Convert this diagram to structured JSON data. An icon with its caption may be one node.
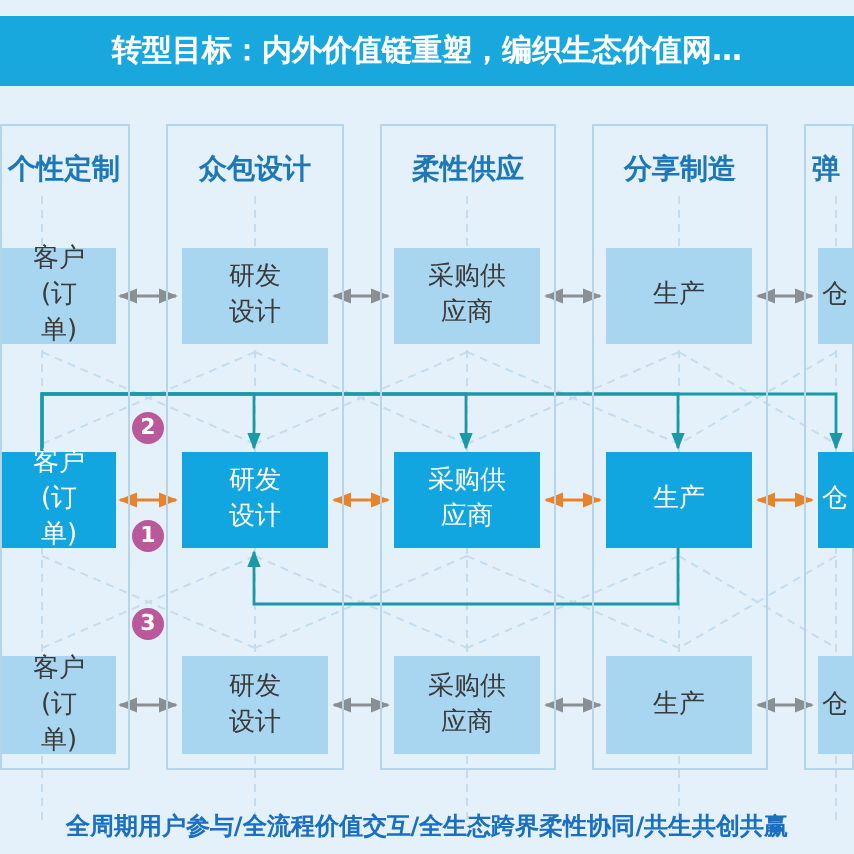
{
  "diagram": {
    "title": "转型目标：内外价值链重塑，编织生态价值网…",
    "caption": "全周期用户参与/全流程价值交互/全生态跨界柔性协同/共生共创共赢",
    "nodes": [
      {
        "text": [
          "个性定制"
        ]
      },
      {
        "text": [
          "客户(订单)"
        ],
        "in": 0
      },
      {
        "text": [
          "客户(订单)"
        ],
        "in": 0
      },
      {
        "text": [
          "客户(订单)"
        ],
        "in": 0
      },
      {
        "text": [
          "众包设计"
        ]
      },
      {
        "text": [
          "研发设计"
        ],
        "in": 4
      },
      {
        "text": [
          "研发设计"
        ],
        "in": 4
      },
      {
        "text": [
          "研发设计"
        ],
        "in": 4
      },
      {
        "text": [
          "柔性供应"
        ]
      },
      {
        "text": [
          "采购供应商"
        ],
        "in": 8
      },
      {
        "text": [
          "采购供应商"
        ],
        "in": 8
      },
      {
        "text": [
          "采购供应商"
        ],
        "in": 8
      },
      {
        "text": [
          "分享制造"
        ]
      },
      {
        "text": [
          "生产"
        ],
        "in": 12
      },
      {
        "text": [
          "生产"
        ],
        "in": 12
      },
      {
        "text": [
          "生产"
        ],
        "in": 12
      },
      {
        "text": [
          "弹"
        ]
      },
      {
        "text": [
          "仓"
        ],
        "in": 16
      },
      {
        "text": [
          "仓"
        ],
        "in": 16
      },
      {
        "text": [
          "仓"
        ],
        "in": 16
      }
    ],
    "edges": [
      {
        "from": 1,
        "to": 5,
        "arrow": "both"
      },
      {
        "from": 5,
        "to": 9,
        "arrow": "both"
      },
      {
        "from": 9,
        "to": 13,
        "arrow": "both"
      },
      {
        "from": 13,
        "to": 17,
        "arrow": "both"
      },
      {
        "from": 2,
        "to": 6,
        "arrow": "both",
        "color": "#e8832a"
      },
      {
        "from": 6,
        "to": 10,
        "arrow": "both",
        "color": "#e8832a"
      },
      {
        "from": 10,
        "to": 14,
        "arrow": "both",
        "color": "#e8832a"
      },
      {
        "from": 14,
        "to": 18,
        "arrow": "both",
        "color": "#e8832a"
      },
      {
        "from": 3,
        "to": 7,
        "arrow": "both"
      },
      {
        "from": 7,
        "to": 11,
        "arrow": "both"
      },
      {
        "from": 11,
        "to": 15,
        "arrow": "both"
      },
      {
        "from": 15,
        "to": 19,
        "arrow": "both"
      },
      {
        "from": 2,
        "to": 6,
        "arrow": "to",
        "color": "#1a9aa8"
      },
      {
        "from": 2,
        "to": 10,
        "arrow": "to",
        "color": "#1a9aa8"
      },
      {
        "from": 2,
        "to": 14,
        "arrow": "to",
        "color": "#1a9aa8"
      },
      {
        "from": 2,
        "to": 18,
        "arrow": "to",
        "color": "#1a9aa8"
      },
      {
        "from": 14,
        "to": 6,
        "arrow": "to",
        "color": "#1a9aa8"
      }
    ],
    "labels": [
      "2",
      "1",
      "3"
    ]
  }
}
